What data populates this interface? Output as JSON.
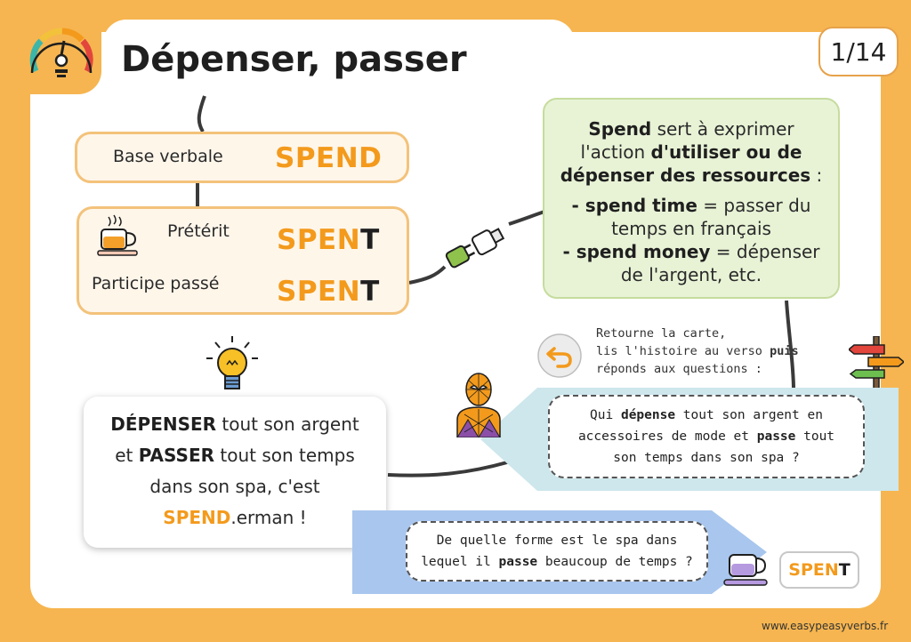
{
  "header": {
    "title": "Dépenser, passer",
    "page": "1/14"
  },
  "forms": {
    "base_label": "Base verbale",
    "base_value": "SPEND",
    "preterit_label": "Prétérit",
    "participle_label": "Participe passé",
    "past_stem": "SPEN",
    "past_suffix": "T"
  },
  "definition": {
    "l1_b": "Spend",
    "l1_t": " sert à exprimer",
    "l2_t": "l'action ",
    "l2_b": "d'utiliser ou de",
    "l3_b": "dépenser des ressources",
    "l3_t": " :",
    "l4_b": "- spend time",
    "l4_t": " = passer du",
    "l5_t": "temps en français",
    "l6_b": "- spend money",
    "l6_t": " = dépenser",
    "l7_t": "de l'argent, etc."
  },
  "mnemonic": {
    "w1": "DÉPENSER",
    "t1": " tout son argent",
    "t2a": "et ",
    "w2": "PASSER",
    "t2b": " tout son temps",
    "t3": "dans son spa, c'est",
    "w3": "SPEND",
    "t4": ".erman !"
  },
  "instructions": {
    "line1": "Retourne la carte,",
    "line2a": "lis l'histoire au verso ",
    "line2b": "puis",
    "line3": "réponds aux questions :"
  },
  "question1": {
    "a": "Qui ",
    "b": "dépense",
    "c": " tout son argent en",
    "d": "accessoires de mode et ",
    "e": "passe",
    "f": " tout",
    "g": "son temps dans son spa ?"
  },
  "question2": {
    "a": "De quelle forme est le spa dans",
    "b": "lequel il ",
    "c": "passe",
    "d": " beaucoup de temps ?"
  },
  "answer": {
    "stem": "SPEN",
    "suffix": "T"
  },
  "footer": {
    "site": "www.easypeasyverbs.fr"
  },
  "colors": {
    "background": "#f6b550",
    "accent": "#f39a1c",
    "green": "#e8f3d6",
    "blue_banner": "#a8c6ee",
    "teal_banner": "#cde7ec"
  },
  "icons": [
    "speedometer-icon",
    "tea-cup-icon",
    "plug-icon",
    "lightbulb-icon",
    "return-arrow-icon",
    "signpost-icon",
    "spiderman-icon",
    "purple-cup-icon"
  ]
}
